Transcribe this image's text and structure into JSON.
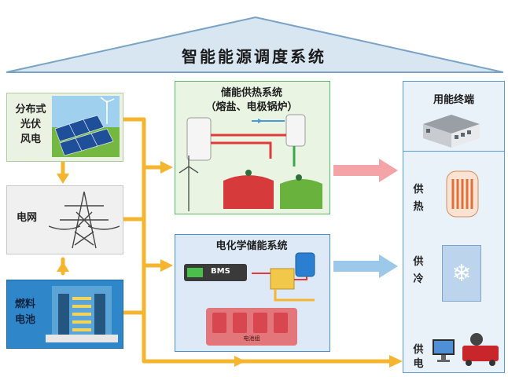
{
  "title": "智能能源调度系统",
  "sources": {
    "renewable": "分布式光伏风电",
    "renewable_lines": [
      "分布式",
      "光伏",
      "风电"
    ],
    "grid": "电网",
    "fuel_cell": "燃料电池",
    "fuel_cell_lines": [
      "燃料",
      "电池"
    ]
  },
  "thermal_storage": {
    "title": "储能供热系统",
    "subtitle": "（熔盐、电极锅炉）"
  },
  "electrochem_storage": {
    "title": "电化学储能系统",
    "bms_label": "BMS",
    "battery_label": "电池组"
  },
  "terminal": {
    "title": "用能终端",
    "heat": "供热",
    "cool": "供冷",
    "power": "供电"
  },
  "colors": {
    "flow_orange": "#f5b52e",
    "heat_arrow": "#f4a3a6",
    "cool_arrow": "#9cc8ea",
    "roof": "#d7e6f2",
    "green_box": "#e9f4e2",
    "blue_box": "#dde9f6",
    "terminal_box": "#e9f1f9"
  }
}
